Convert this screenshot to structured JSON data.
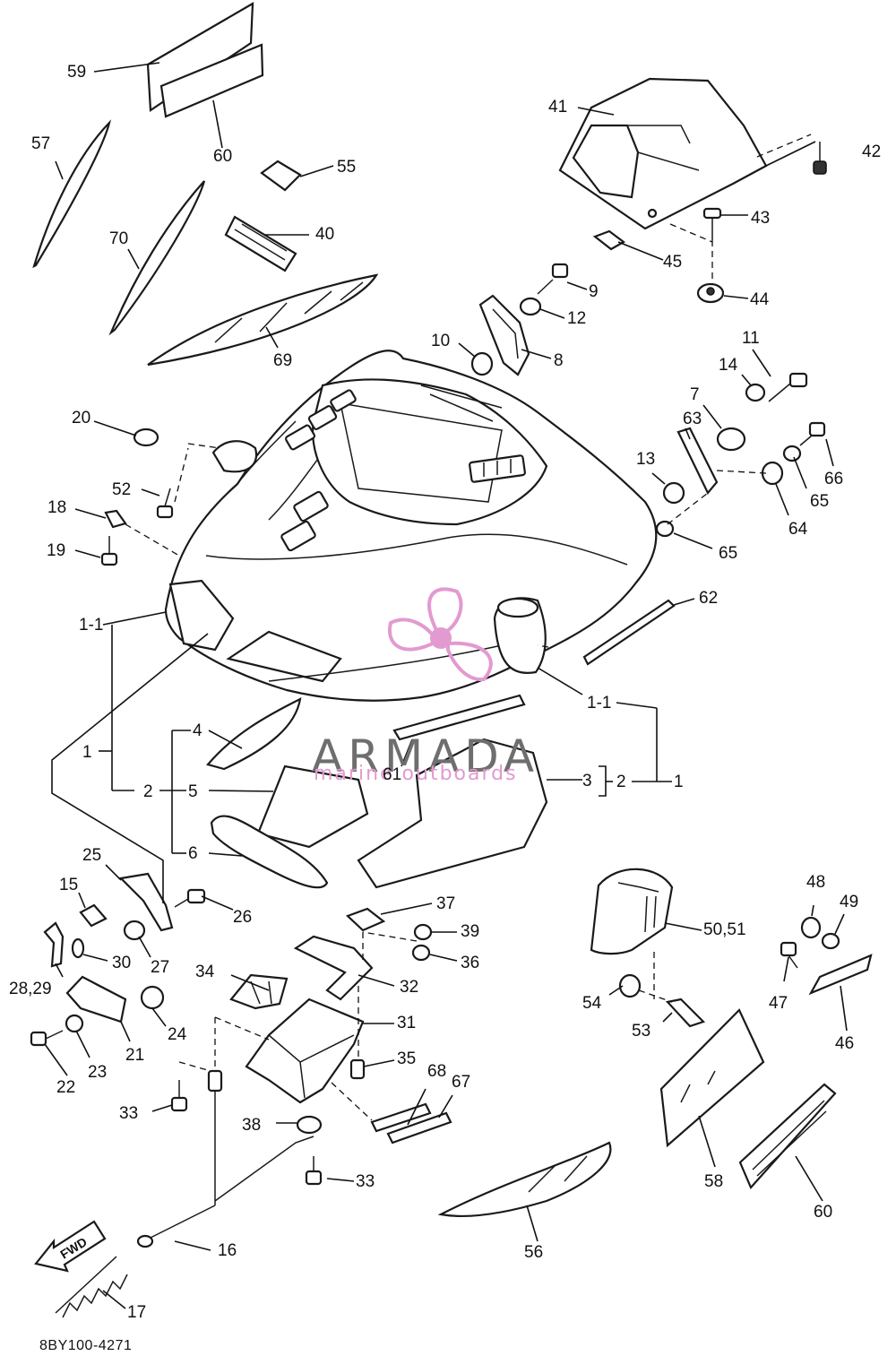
{
  "diagram": {
    "reference_code": "8BY100-4271",
    "watermark": {
      "name": "ARMADA",
      "tagline": "marine outboards",
      "text_color": "#6e6e6e",
      "accent_color": "#e29ad0"
    },
    "labels": [
      {
        "id": "l59",
        "text": "59"
      },
      {
        "id": "l57",
        "text": "57"
      },
      {
        "id": "l60a",
        "text": "60"
      },
      {
        "id": "l55",
        "text": "55"
      },
      {
        "id": "l70",
        "text": "70"
      },
      {
        "id": "l40",
        "text": "40"
      },
      {
        "id": "l69",
        "text": "69"
      },
      {
        "id": "l41",
        "text": "41"
      },
      {
        "id": "l42",
        "text": "42"
      },
      {
        "id": "l43",
        "text": "43"
      },
      {
        "id": "l45",
        "text": "45"
      },
      {
        "id": "l44",
        "text": "44"
      },
      {
        "id": "l9",
        "text": "9"
      },
      {
        "id": "l12",
        "text": "12"
      },
      {
        "id": "l10",
        "text": "10"
      },
      {
        "id": "l8",
        "text": "8"
      },
      {
        "id": "l11",
        "text": "11"
      },
      {
        "id": "l14",
        "text": "14"
      },
      {
        "id": "l7",
        "text": "7"
      },
      {
        "id": "l63",
        "text": "63"
      },
      {
        "id": "l66",
        "text": "66"
      },
      {
        "id": "l13",
        "text": "13"
      },
      {
        "id": "l65a",
        "text": "65"
      },
      {
        "id": "l64",
        "text": "64"
      },
      {
        "id": "l65b",
        "text": "65"
      },
      {
        "id": "l20",
        "text": "20"
      },
      {
        "id": "l52",
        "text": "52"
      },
      {
        "id": "l18",
        "text": "18"
      },
      {
        "id": "l19",
        "text": "19"
      },
      {
        "id": "l62",
        "text": "62"
      },
      {
        "id": "l1-1a",
        "text": "1-1"
      },
      {
        "id": "l1-1b",
        "text": "1-1"
      },
      {
        "id": "l1a",
        "text": "1"
      },
      {
        "id": "l4",
        "text": "4"
      },
      {
        "id": "l2a",
        "text": "2"
      },
      {
        "id": "l5",
        "text": "5"
      },
      {
        "id": "l61",
        "text": "61"
      },
      {
        "id": "l3",
        "text": "3"
      },
      {
        "id": "l2b",
        "text": "2"
      },
      {
        "id": "l1b",
        "text": "1"
      },
      {
        "id": "l6",
        "text": "6"
      },
      {
        "id": "l25",
        "text": "25"
      },
      {
        "id": "l15",
        "text": "15"
      },
      {
        "id": "l26",
        "text": "26"
      },
      {
        "id": "l37",
        "text": "37"
      },
      {
        "id": "l39",
        "text": "39"
      },
      {
        "id": "l36",
        "text": "36"
      },
      {
        "id": "l50",
        "text": "50,51"
      },
      {
        "id": "l48",
        "text": "48"
      },
      {
        "id": "l49",
        "text": "49"
      },
      {
        "id": "l30",
        "text": "30"
      },
      {
        "id": "l27",
        "text": "27"
      },
      {
        "id": "l28",
        "text": "28,29"
      },
      {
        "id": "l34",
        "text": "34"
      },
      {
        "id": "l32",
        "text": "32"
      },
      {
        "id": "l47",
        "text": "47"
      },
      {
        "id": "l54",
        "text": "54"
      },
      {
        "id": "l46",
        "text": "46"
      },
      {
        "id": "l24",
        "text": "24"
      },
      {
        "id": "l21",
        "text": "21"
      },
      {
        "id": "l31",
        "text": "31"
      },
      {
        "id": "l53",
        "text": "53"
      },
      {
        "id": "l22",
        "text": "22"
      },
      {
        "id": "l23",
        "text": "23"
      },
      {
        "id": "l35",
        "text": "35"
      },
      {
        "id": "l68",
        "text": "68"
      },
      {
        "id": "l67",
        "text": "67"
      },
      {
        "id": "l33a",
        "text": "33"
      },
      {
        "id": "l38",
        "text": "38"
      },
      {
        "id": "l33b",
        "text": "33"
      },
      {
        "id": "l58",
        "text": "58"
      },
      {
        "id": "l60b",
        "text": "60"
      },
      {
        "id": "l16",
        "text": "16"
      },
      {
        "id": "l56",
        "text": "56"
      },
      {
        "id": "l17",
        "text": "17"
      }
    ]
  }
}
